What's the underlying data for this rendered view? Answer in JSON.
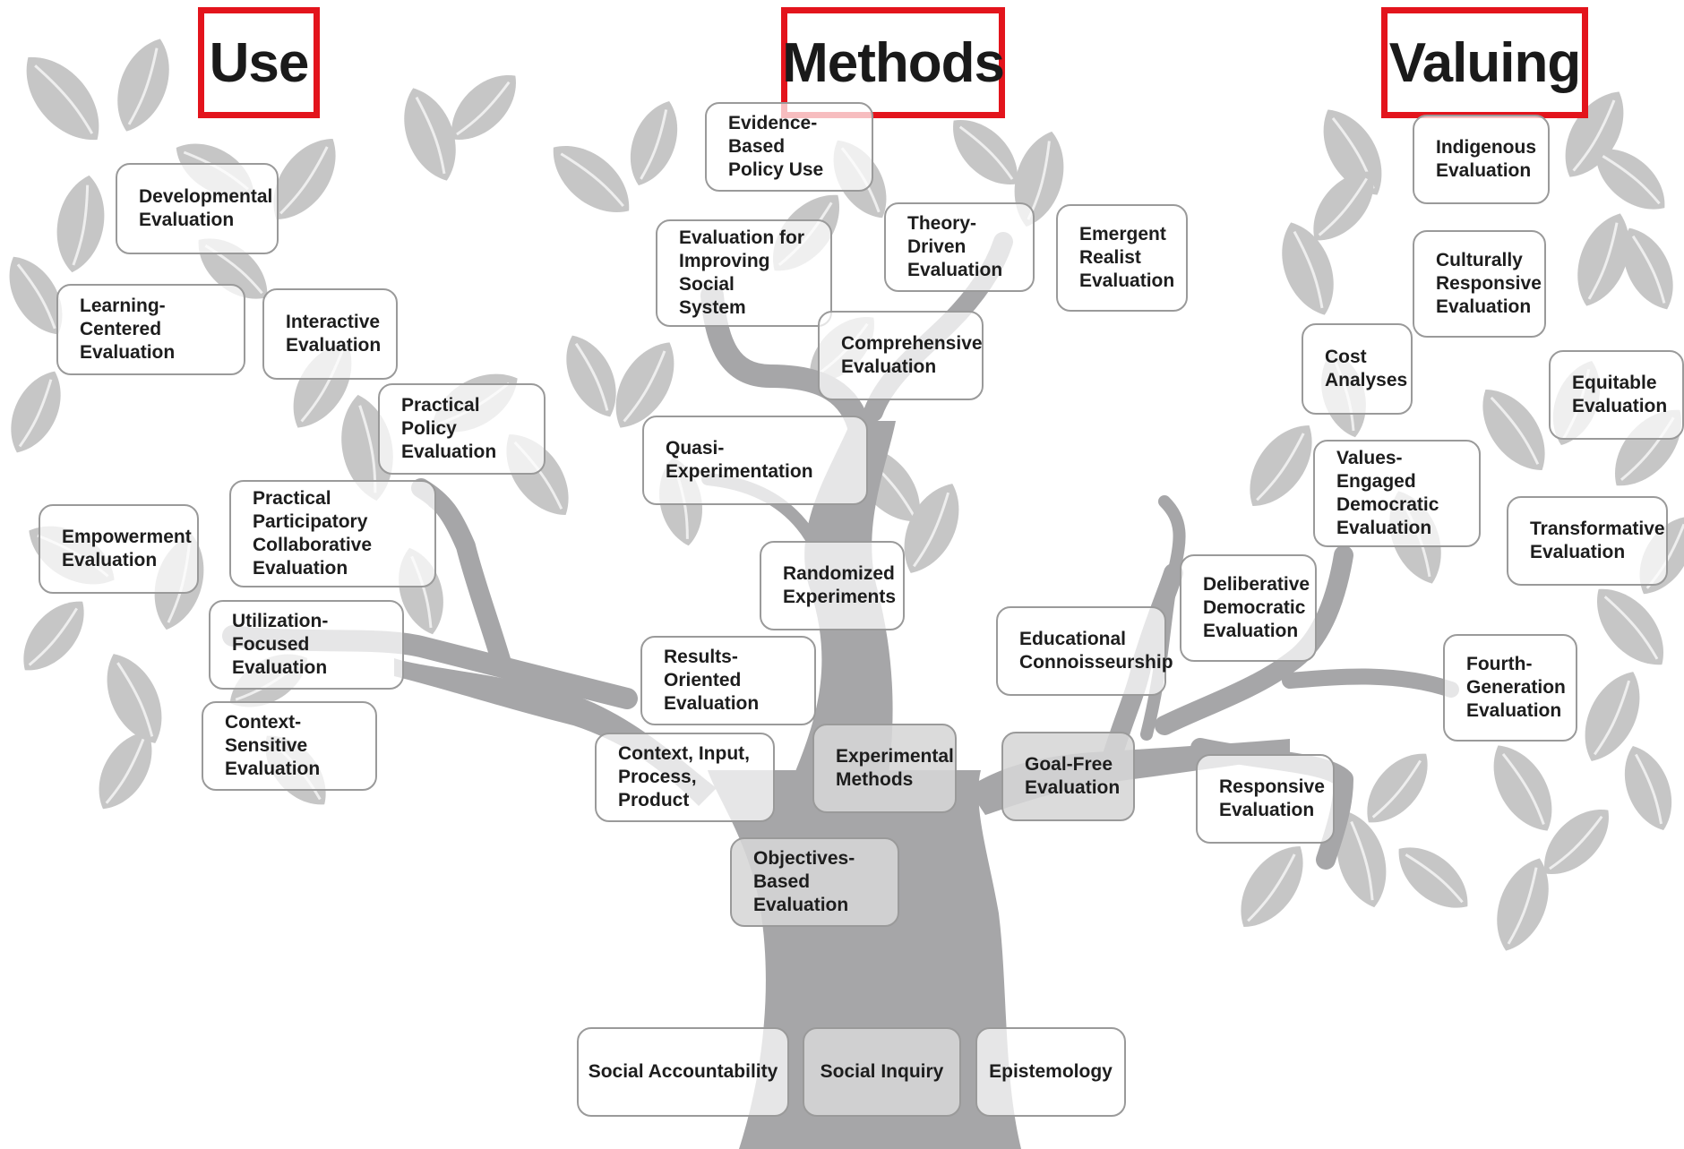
{
  "headings": {
    "use": "Use",
    "methods": "Methods",
    "valuing": "Valuing"
  },
  "roots": {
    "social_accountability": "Social Accountability",
    "social_inquiry": "Social Inquiry",
    "epistemology": "Epistemology"
  },
  "use_branch": {
    "developmental": "Developmental\nEvaluation",
    "learning_centered": "Learning-Centered\nEvaluation",
    "interactive": "Interactive\nEvaluation",
    "practical_policy": "Practical Policy\nEvaluation",
    "empowerment": "Empowerment\nEvaluation",
    "practical_participatory": "Practical Participatory\nCollaborative\nEvaluation",
    "utilization_focused": "Utilization-Focused\nEvaluation",
    "context_sensitive": "Context-Sensitive\nEvaluation"
  },
  "methods_branch": {
    "evidence_based": "Evidence-Based\nPolicy Use",
    "improving_social": "Evaluation for\nImproving Social\nSystem",
    "theory_driven": "Theory-Driven\nEvaluation",
    "emergent_realist": "Emergent\nRealist\nEvaluation",
    "comprehensive": "Comprehensive\nEvaluation",
    "quasi_experimentation": "Quasi-Experimentation",
    "randomized": "Randomized\nExperiments",
    "results_oriented": "Results-Oriented\nEvaluation",
    "cipp": "Context, Input,\nProcess, Product",
    "experimental_methods": "Experimental\nMethods",
    "objectives_based": "Objectives-Based\nEvaluation"
  },
  "valuing_branch": {
    "indigenous": "Indigenous\nEvaluation",
    "culturally_responsive": "Culturally\nResponsive\nEvaluation",
    "cost_analyses": "Cost\nAnalyses",
    "equitable": "Equitable\nEvaluation",
    "values_engaged": "Values-Engaged\nDemocratic\nEvaluation",
    "transformative": "Transformative\nEvaluation",
    "deliberative": "Deliberative\nDemocratic\nEvaluation",
    "connoisseurship": "Educational\nConnoisseurship",
    "fourth_generation": "Fourth-\nGeneration\nEvaluation",
    "goal_free": "Goal-Free\nEvaluation",
    "responsive": "Responsive\nEvaluation"
  },
  "colors": {
    "trunk": "#a6a6a8",
    "leaf": "#c6c6c6",
    "leaf_vein": "#eeeeee",
    "node_border": "#9a9a9a",
    "heading_border": "#e3141c",
    "text": "#1d1d1d"
  }
}
